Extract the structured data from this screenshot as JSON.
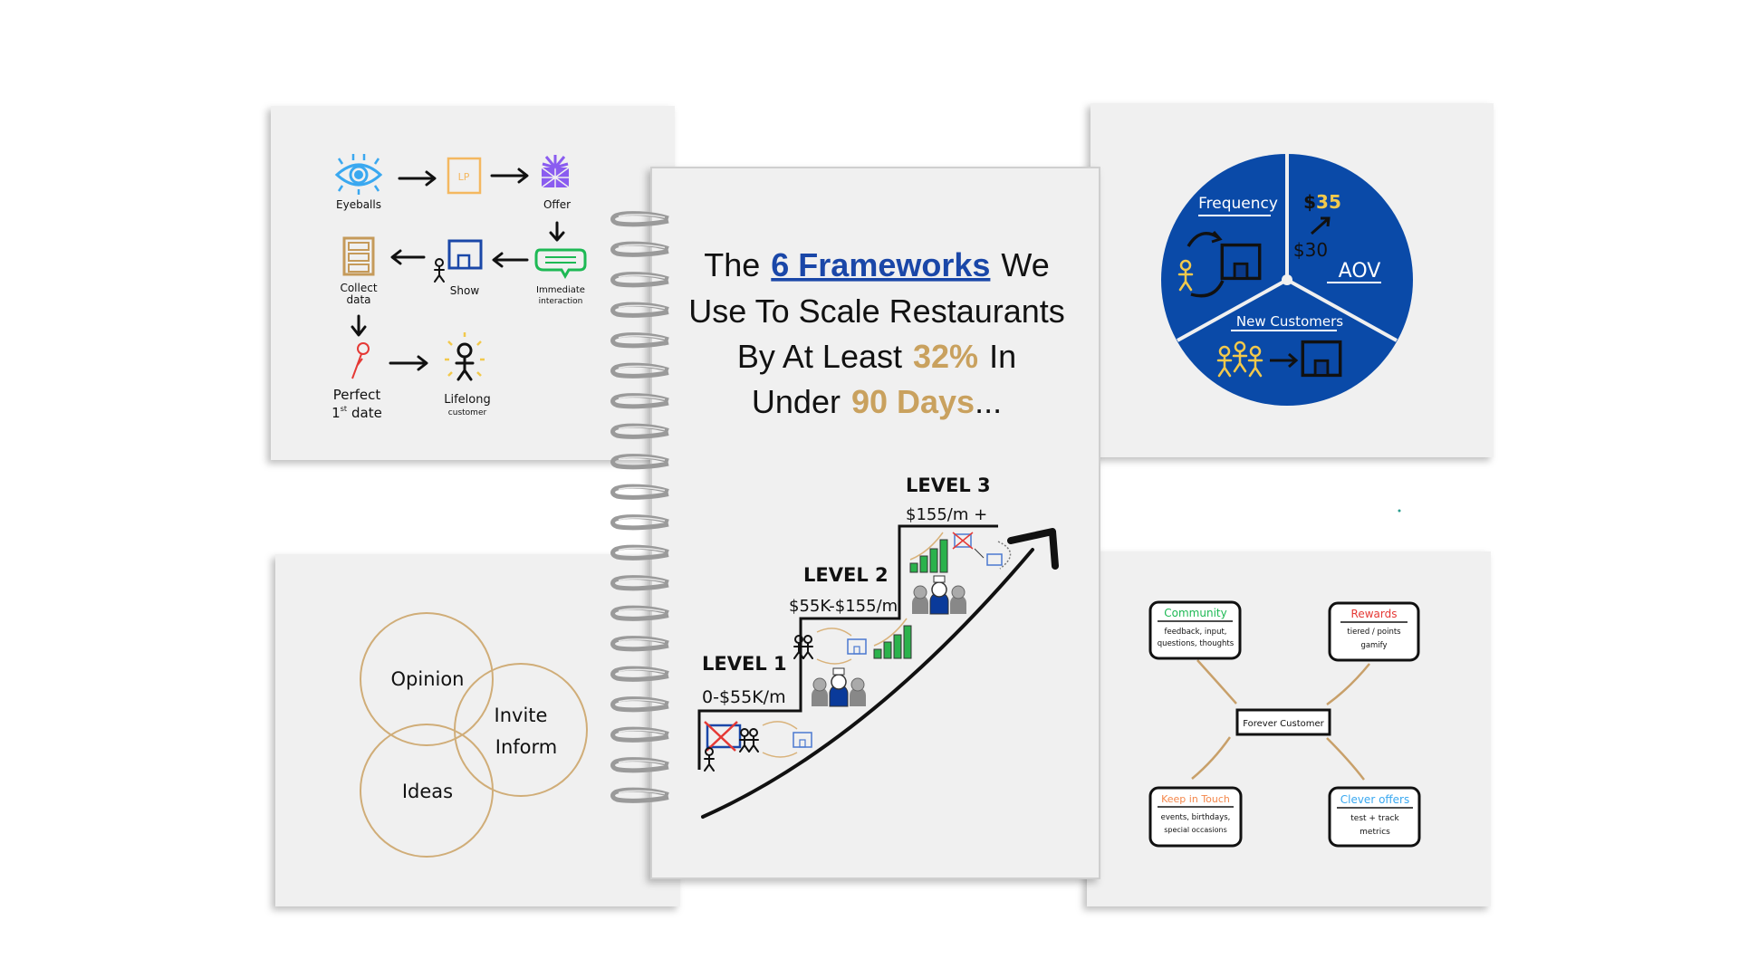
{
  "colors": {
    "pie_blue": "#0a4aa8",
    "accent_gold": "#c9a15e",
    "link_blue": "#1a47a8",
    "yellow": "#f2c94c",
    "connector_tan": "#c8a06a",
    "community_green": "#1db954",
    "rewards_red": "#e53935",
    "keep_orange": "#f4874b",
    "clever_blue": "#3aa8f0"
  },
  "cover": {
    "line1_pre": "The",
    "line1_link": "6 Frameworks",
    "line1_post": "We",
    "line2": "Use To Scale Restaurants",
    "line3_pre": "By At Least",
    "line3_highlight": "32%",
    "line3_post": "In",
    "line4_pre": "Under",
    "line4_highlight": "90 Days",
    "line4_post": "..."
  },
  "levels": [
    {
      "label": "LEVEL 1",
      "range": "0-$55K/m"
    },
    {
      "label": "LEVEL 2",
      "range": "$55K-$155/m"
    },
    {
      "label": "LEVEL 3",
      "range": "$155/m +"
    }
  ],
  "funnel": {
    "eyeballs": "Eyeballs",
    "lp": "LP",
    "offer": "Offer",
    "interaction_1": "Immediate",
    "interaction_2": "interaction",
    "show": "Show",
    "collect_1": "Collect",
    "collect_2": "data",
    "perfect_1": "Perfect",
    "perfect_2a": "1",
    "perfect_2b": "st",
    "perfect_2c": "date",
    "lifelong_1": "Lifelong",
    "lifelong_2": "customer"
  },
  "pie": {
    "frequency": "Frequency",
    "aov": "AOV",
    "from_price_symbol": "$",
    "from_price": "30",
    "to_price_symbol": "$",
    "to_price": "35",
    "new_customers": "New Customers"
  },
  "venn": {
    "opinion": "Opinion",
    "invite": "Invite",
    "inform": "Inform",
    "ideas": "Ideas"
  },
  "mindmap": {
    "center": "Forever Customer",
    "community": {
      "title": "Community",
      "line1": "feedback, input,",
      "line2": "questions, thoughts"
    },
    "rewards": {
      "title": "Rewards",
      "line1": "tiered / points",
      "line2": "gamify"
    },
    "keep": {
      "title": "Keep in Touch",
      "line1": "events, birthdays,",
      "line2": "special occasions"
    },
    "clever": {
      "title": "Clever offers",
      "line1": "test + track",
      "line2": "metrics"
    }
  }
}
